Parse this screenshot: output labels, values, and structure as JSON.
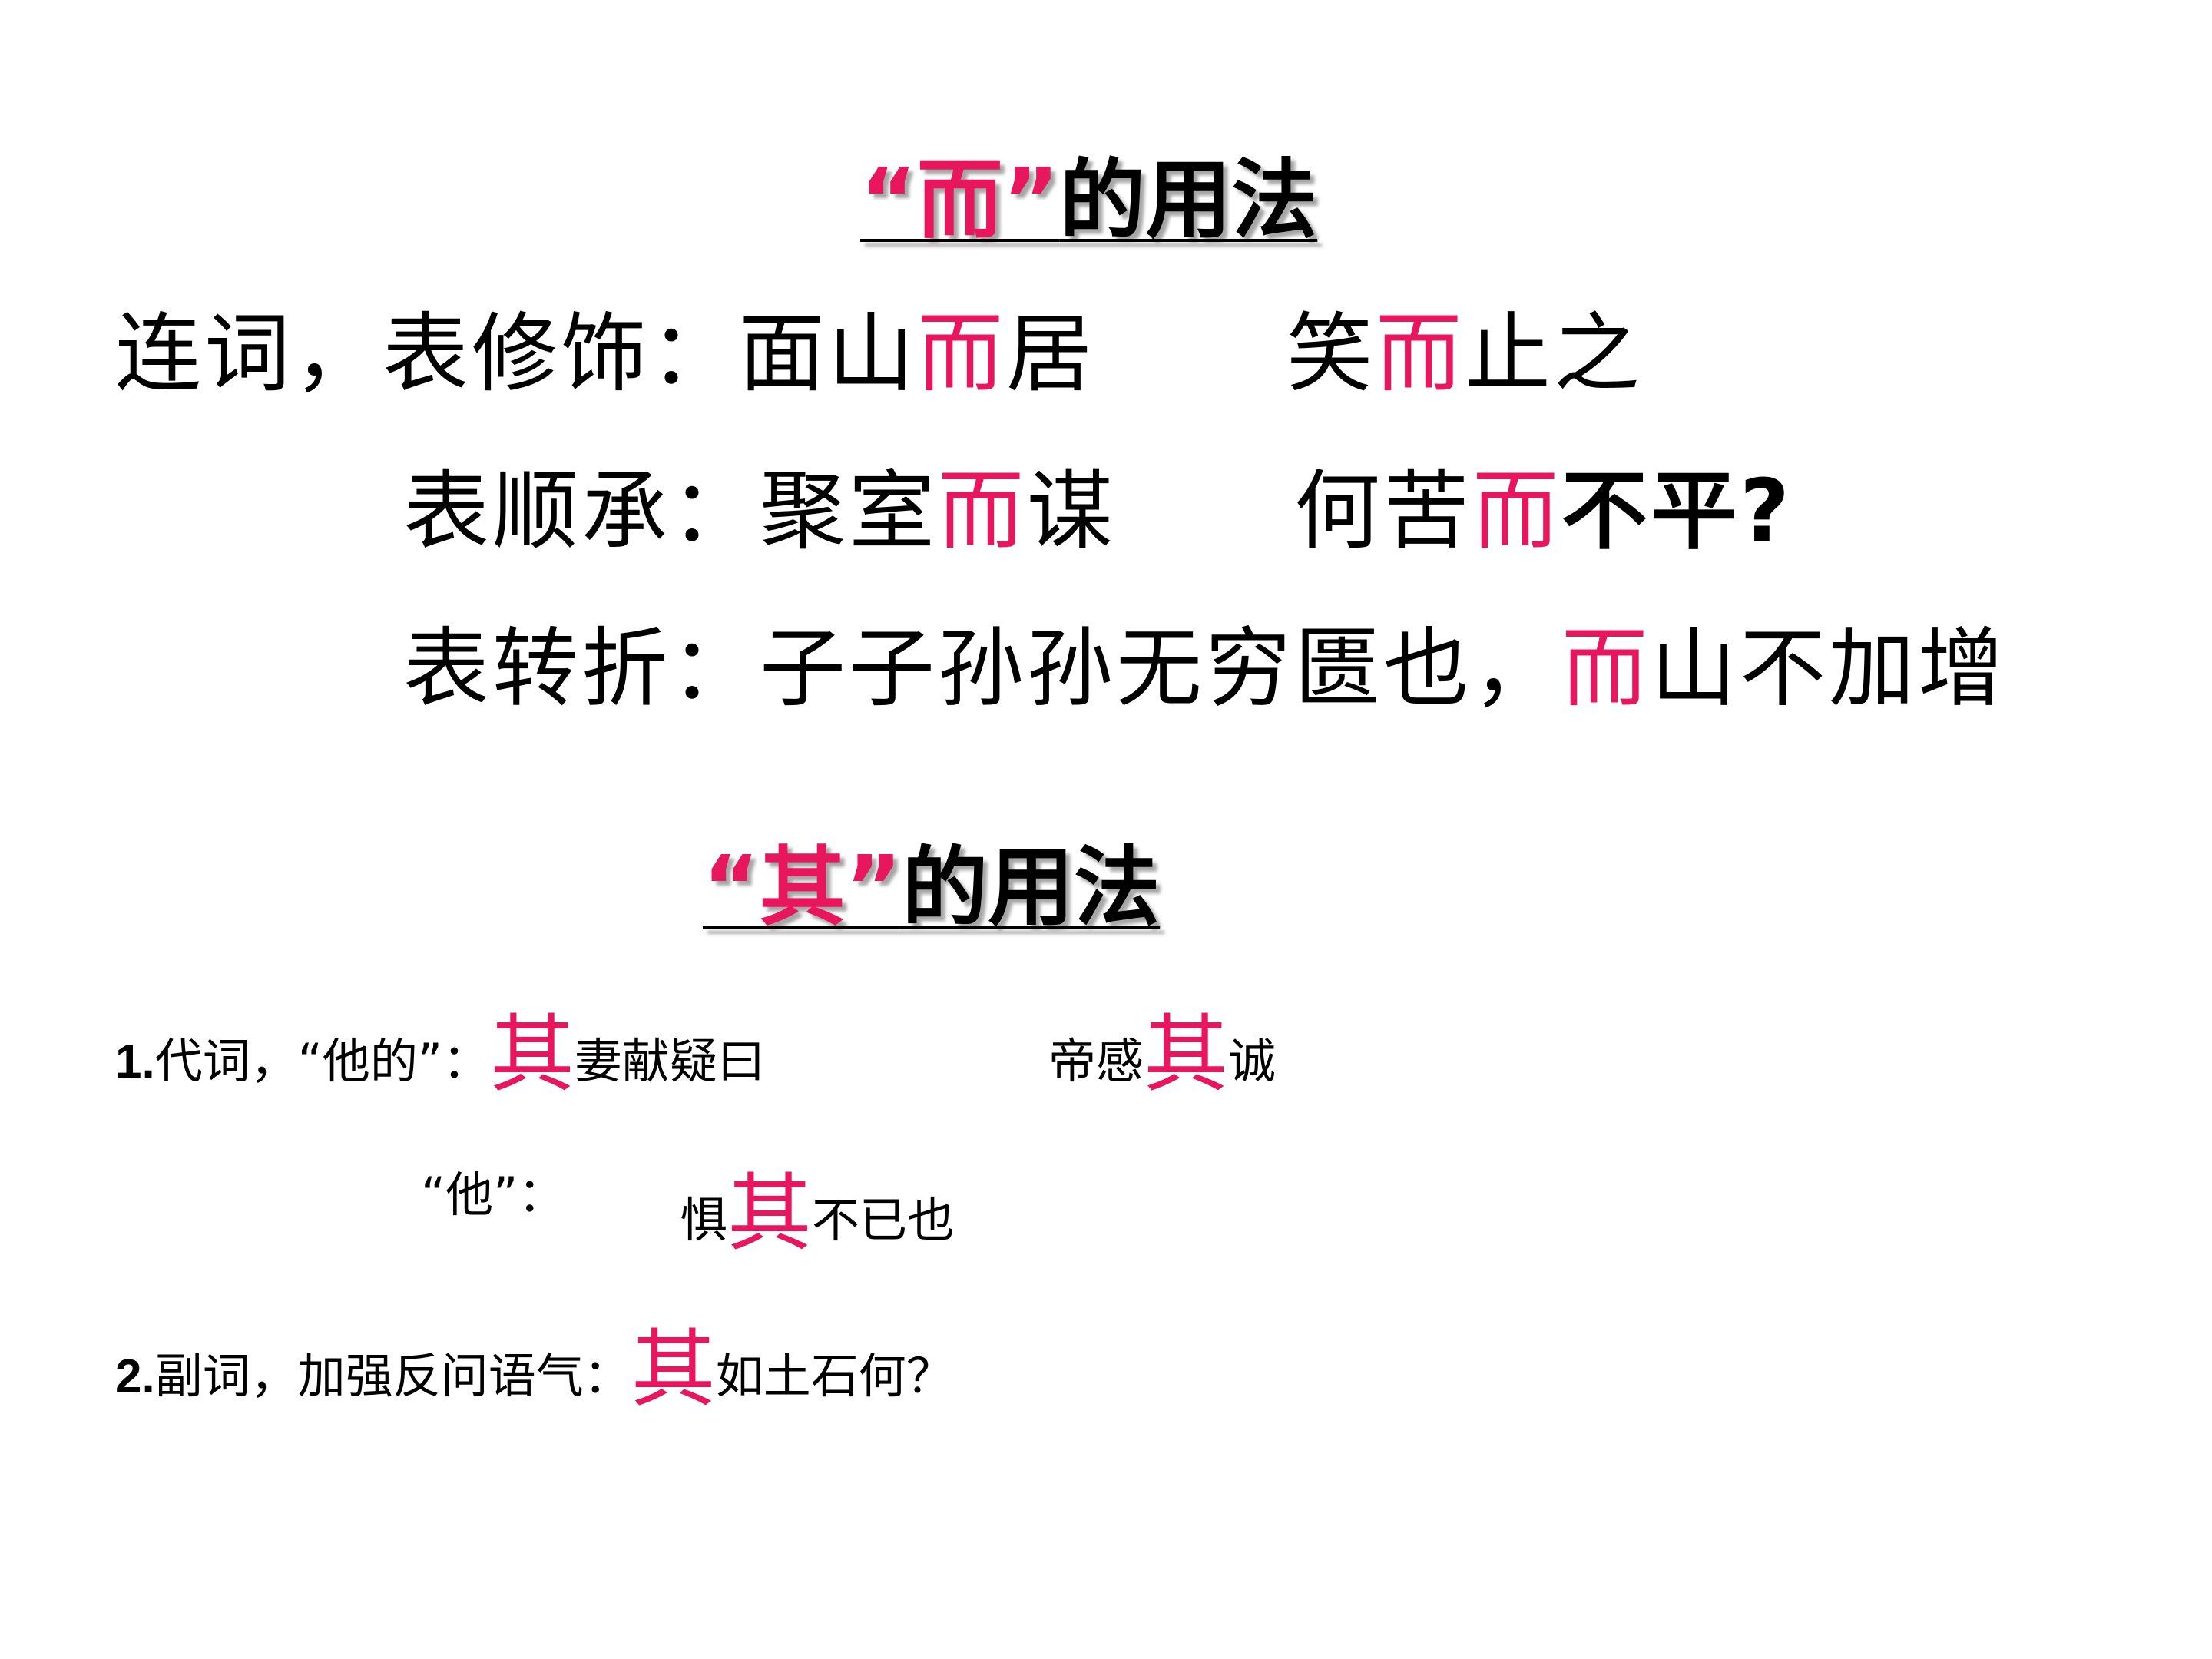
{
  "section_er": {
    "heading_quote": "“而”",
    "heading_rest": "的用法",
    "row1": {
      "label": "连词，表修饰：",
      "ex1_pre": "面山",
      "ex1_hl": "而",
      "ex1_post": "居",
      "ex2_pre": "笑",
      "ex2_hl": "而",
      "ex2_post": "止之"
    },
    "row2": {
      "label": "表顺承：",
      "ex1_pre": "聚室",
      "ex1_hl": "而",
      "ex1_post": "谋",
      "ex2_pre": "何苦",
      "ex2_hl": "而",
      "ex2_post": "不平?"
    },
    "row3": {
      "label": "表转折：",
      "ex1_pre": "子子孙孙无穷匮也，",
      "ex1_hl": "而",
      "ex1_post": "山不加增"
    }
  },
  "section_qi": {
    "heading_quote": "“其”",
    "heading_rest": "的用法",
    "row1": {
      "num": "1.",
      "label": "代词，“他的”：",
      "ex1_hl": "其",
      "ex1_post": "妻献疑曰",
      "ex2_pre": "帝感",
      "ex2_hl": "其",
      "ex2_post": "诚"
    },
    "row2": {
      "label": "“他”：",
      "ex1_pre": "惧",
      "ex1_hl": "其",
      "ex1_post": "不已也"
    },
    "row3": {
      "num": "2.",
      "label": "副词，加强反问语气：",
      "ex1_hl": "其",
      "ex1_post": "如土石何？"
    }
  },
  "colors": {
    "highlight": "#e8175d",
    "text": "#000000",
    "background": "#ffffff"
  }
}
